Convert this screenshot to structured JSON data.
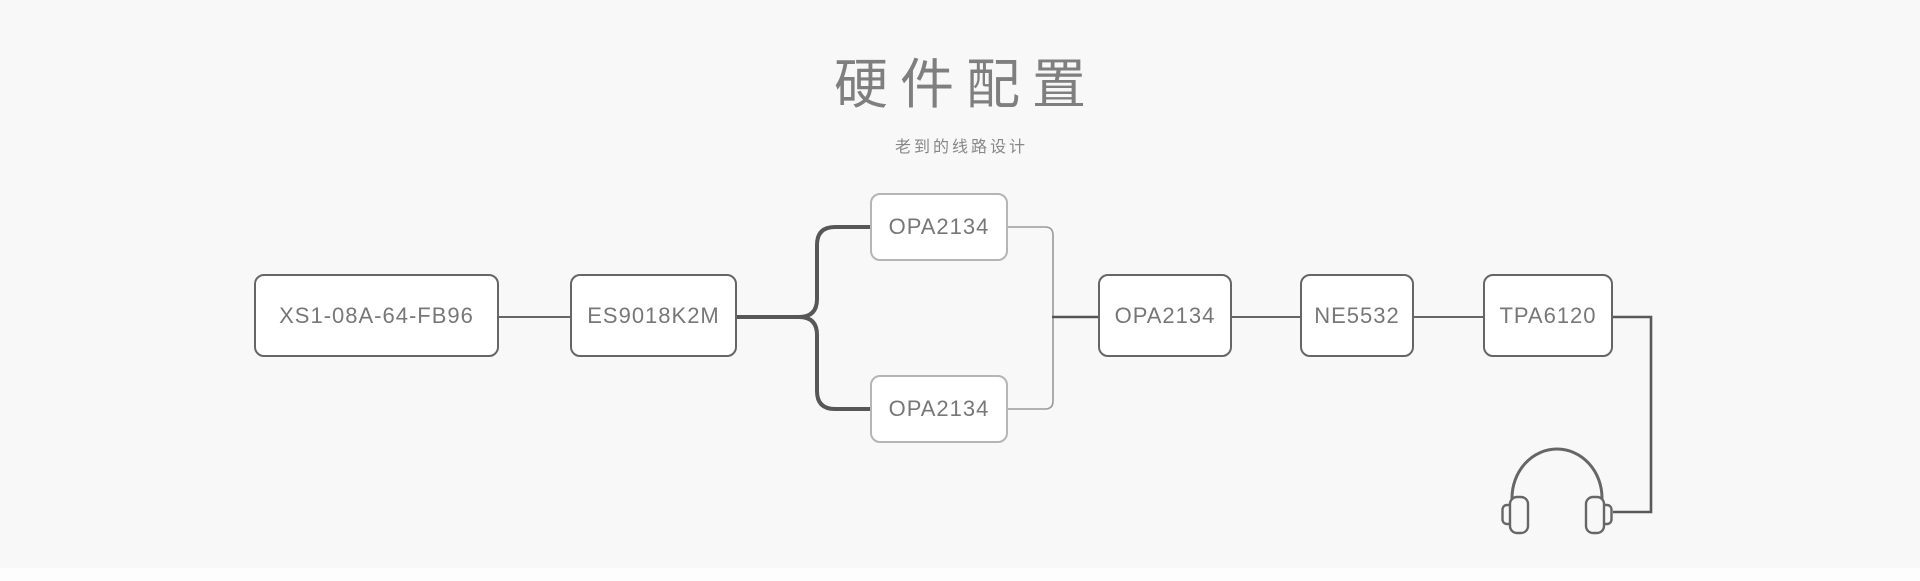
{
  "header": {
    "title": "硬件配置",
    "subtitle": "老到的线路设计"
  },
  "diagram": {
    "nodes": [
      {
        "id": "source",
        "label": "XS1-08A-64-FB96"
      },
      {
        "id": "dac",
        "label": "ES9018K2M"
      },
      {
        "id": "opamp-top",
        "label": "OPA2134"
      },
      {
        "id": "opamp-bottom",
        "label": "OPA2134"
      },
      {
        "id": "opamp-main",
        "label": "OPA2134"
      },
      {
        "id": "ne5532",
        "label": "NE5532"
      },
      {
        "id": "tpa6120",
        "label": "TPA6120"
      }
    ],
    "edges": [
      {
        "from": "XS1-08A-64-FB96",
        "to": "ES9018K2M"
      },
      {
        "from": "ES9018K2M",
        "to": "OPA2134 (top branch)"
      },
      {
        "from": "ES9018K2M",
        "to": "OPA2134 (bottom branch)"
      },
      {
        "from": "OPA2134 (top branch)",
        "to": "OPA2134"
      },
      {
        "from": "OPA2134 (bottom branch)",
        "to": "OPA2134"
      },
      {
        "from": "OPA2134",
        "to": "NE5532"
      },
      {
        "from": "NE5532",
        "to": "TPA6120"
      },
      {
        "from": "TPA6120",
        "to": "headphones"
      }
    ],
    "output_icon": "headphones-icon"
  },
  "colors": {
    "background": "#f8f8f8",
    "title_text": "#7f7f7f",
    "subtitle_text": "#878787",
    "node_border": "#666666",
    "node_border_light": "#b5b5b5",
    "node_fill": "#ffffff",
    "node_text": "#777777",
    "wire": "#666666",
    "wire_thick": "#575757",
    "wire_thin": "#9a9a9a"
  }
}
